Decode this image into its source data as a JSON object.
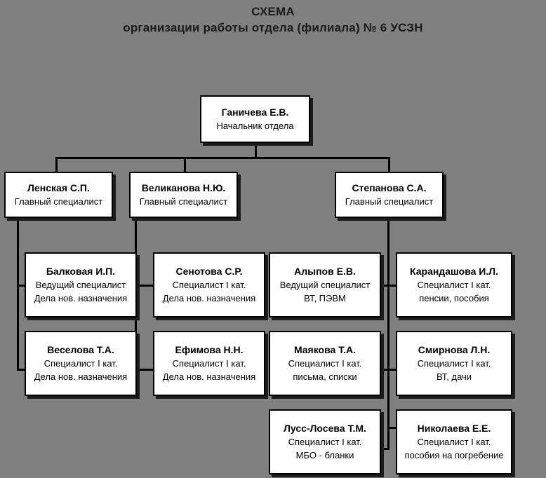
{
  "title": {
    "line1": "СХЕМА",
    "line2": "организации работы отдела (филиала) № 6 УСЗН"
  },
  "colors": {
    "background": "#808080",
    "box_fill": "#ffffff",
    "box_border": "#000000",
    "shadow": "#1c1c1c",
    "text": "#000000"
  },
  "chart_data": {
    "type": "diagram",
    "title": "СХЕМА организации работы отдела (филиала) № 6 УСЗН",
    "orientation": "top-down org chart",
    "levels": 3,
    "nodes": [
      {
        "id": "head",
        "level": 0,
        "name": "Ганичева Е.В.",
        "role": "Начальник отдела",
        "duty": "",
        "parent": null
      },
      {
        "id": "l1-lenskaya",
        "level": 1,
        "name": "Ленская С.П.",
        "role": "Главный специалист",
        "duty": "",
        "parent": "head"
      },
      {
        "id": "l1-velikanova",
        "level": 1,
        "name": "Великанова Н.Ю.",
        "role": "Главный специалист",
        "duty": "",
        "parent": "head"
      },
      {
        "id": "l1-stepanova",
        "level": 1,
        "name": "Степанова С.А.",
        "role": "Главный специалист",
        "duty": "",
        "parent": "head"
      },
      {
        "id": "l2-balkovaya",
        "level": 2,
        "name": "Балковая И.П.",
        "role": "Ведущий специалист",
        "duty": "Дела нов. назначения",
        "parent": "l1-lenskaya"
      },
      {
        "id": "l2-veselova",
        "level": 2,
        "name": "Веселова Т.А.",
        "role": "Специалист I кат.",
        "duty": "Дела нов. назначения",
        "parent": "l1-lenskaya"
      },
      {
        "id": "l2-senotova",
        "level": 2,
        "name": "Сенотова С.Р.",
        "role": "Специалист I кат.",
        "duty": "Дела нов. назначения",
        "parent": "l1-velikanova"
      },
      {
        "id": "l2-efimova",
        "level": 2,
        "name": "Ефимова Н.Н.",
        "role": "Специалист I кат.",
        "duty": "Дела нов. назначения",
        "parent": "l1-velikanova"
      },
      {
        "id": "l2-alypov",
        "level": 2,
        "name": "Алыпов Е.В.",
        "role": "Ведущий специалист",
        "duty": "ВТ, ПЭВМ",
        "parent": "l1-stepanova"
      },
      {
        "id": "l2-mayakova",
        "level": 2,
        "name": "Маякова Т.А.",
        "role": "Специалист I кат.",
        "duty": "письма, списки",
        "parent": "l1-stepanova"
      },
      {
        "id": "l2-luss-loseva",
        "level": 2,
        "name": "Лусс-Лосева Т.М.",
        "role": "Специалист I кат.",
        "duty": "МБО - бланки",
        "parent": "l1-stepanova"
      },
      {
        "id": "l2-karandashova",
        "level": 2,
        "name": "Карандашова И.Л.",
        "role": "Специалист I кат.",
        "duty": "пенсии, пособия",
        "parent": "l1-stepanova"
      },
      {
        "id": "l2-smirnova",
        "level": 2,
        "name": "Смирнова Л.Н.",
        "role": "Специалист I кат.",
        "duty": "ВТ, дачи",
        "parent": "l1-stepanova"
      },
      {
        "id": "l2-nikolaeva",
        "level": 2,
        "name": "Николаева Е.Е.",
        "role": "Специалист I кат.",
        "duty": "пособия на погребение",
        "parent": "l1-stepanova"
      }
    ]
  }
}
